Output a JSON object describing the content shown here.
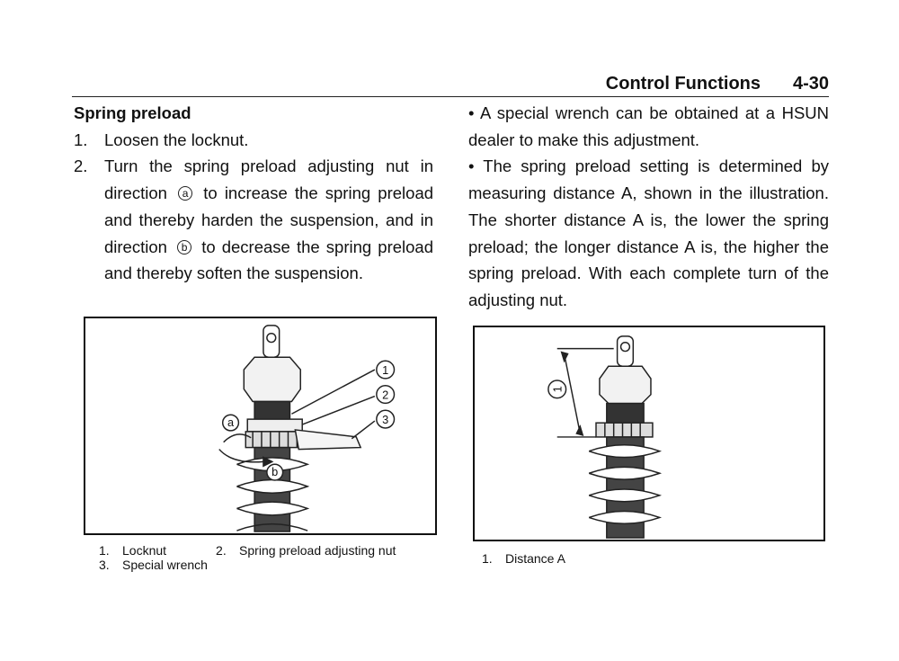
{
  "header": {
    "title": "Control Functions",
    "page": "4-30"
  },
  "left_column": {
    "section_title": "Spring preload",
    "steps": [
      {
        "num": "1.",
        "text": "Loosen the locknut."
      },
      {
        "num": "2.",
        "text_a": "Turn the spring preload adjusting nut in direction",
        "letter_a": "a",
        "text_b": "to increase the spring preload and thereby harden the suspension, and in direction",
        "letter_b": "b",
        "text_c": "to decrease the spring preload and thereby soften the suspension."
      }
    ]
  },
  "right_column": {
    "bullets": [
      {
        "bullet": "•",
        "text": "A special wrench can be obtained at a HSUN dealer to make this adjustment."
      },
      {
        "bullet": "•",
        "text": "The spring preload setting is determined by measuring distance A, shown in the illustration. The shorter distance A is, the lower the spring preload; the longer distance A is, the higher the spring preload. With each complete turn of the adjusting nut."
      }
    ]
  },
  "figure_left": {
    "callouts": [
      "1",
      "2",
      "3"
    ],
    "direction_labels": [
      "a",
      "b"
    ],
    "captions": [
      {
        "num": "1.",
        "text": "Locknut"
      },
      {
        "num": "2.",
        "text": "Spring preload adjusting nut"
      },
      {
        "num": "3.",
        "text": "Special wrench"
      }
    ]
  },
  "figure_right": {
    "callouts": [
      "1"
    ],
    "captions": [
      {
        "num": "1.",
        "text": "Distance A"
      }
    ]
  }
}
